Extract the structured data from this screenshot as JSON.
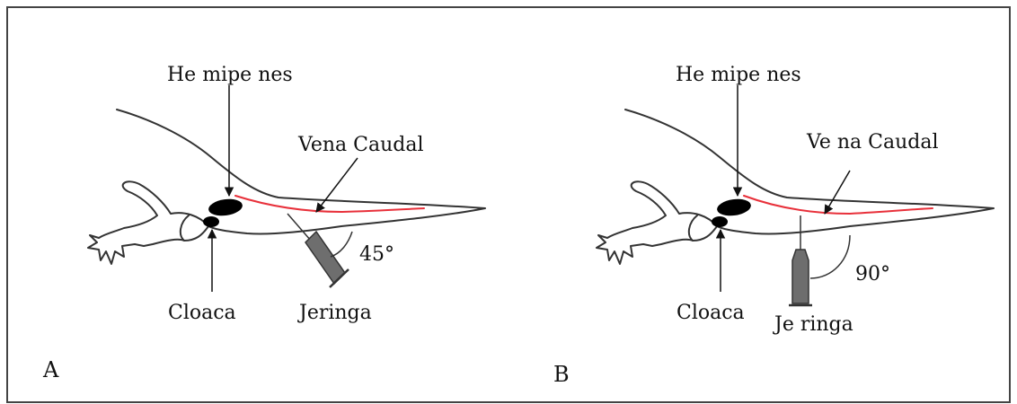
{
  "colors": {
    "vein": "#e8303a",
    "syringe": "#6e6e6e",
    "frame": "#444444"
  },
  "panels": [
    {
      "letter": "A",
      "labels": {
        "hemipenes": "He mipe nes",
        "vein": "Vena Caudal",
        "cloaca": "Cloaca",
        "syringe": "Jeringa",
        "angle": "45°"
      }
    },
    {
      "letter": "B",
      "labels": {
        "hemipenes": "He mipe nes",
        "vein": "Ve na Caudal",
        "cloaca": "Cloaca",
        "syringe": "Je ringa",
        "angle": "90°"
      }
    }
  ]
}
